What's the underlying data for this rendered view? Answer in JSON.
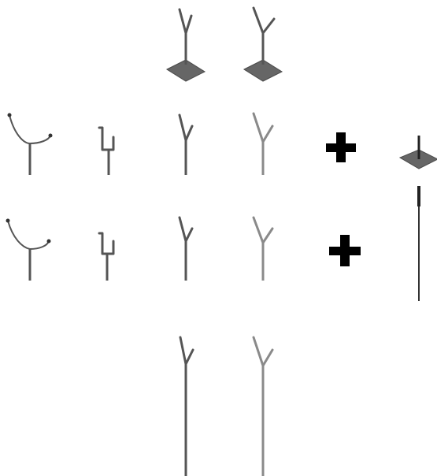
{
  "figure": {
    "colors": {
      "background": "#ffffff",
      "stem_dark": "#555555",
      "stem_light": "#8a8a8a",
      "stem_black": "#222222",
      "plate_fill": "#666666",
      "plate_edge": "#4a4a4a",
      "plus": "#000000",
      "end_knob": "#333333"
    },
    "symbols": {
      "plus": "heavy-plus-sign"
    },
    "rows": [
      {
        "name": "row-1",
        "items": [
          "y-fork-on-plate",
          "y-fork-on-plate"
        ]
      },
      {
        "name": "row-2",
        "items": [
          "curved-fork",
          "square-fork",
          "y-fork",
          "y-fork",
          "plus-sign",
          "plate-with-post"
        ]
      },
      {
        "name": "row-3",
        "items": [
          "curved-fork",
          "square-fork",
          "y-fork",
          "y-fork",
          "plus-sign",
          "long-rod"
        ]
      },
      {
        "name": "row-4",
        "items": [
          "tall-y-fork",
          "tall-y-fork"
        ]
      }
    ]
  }
}
